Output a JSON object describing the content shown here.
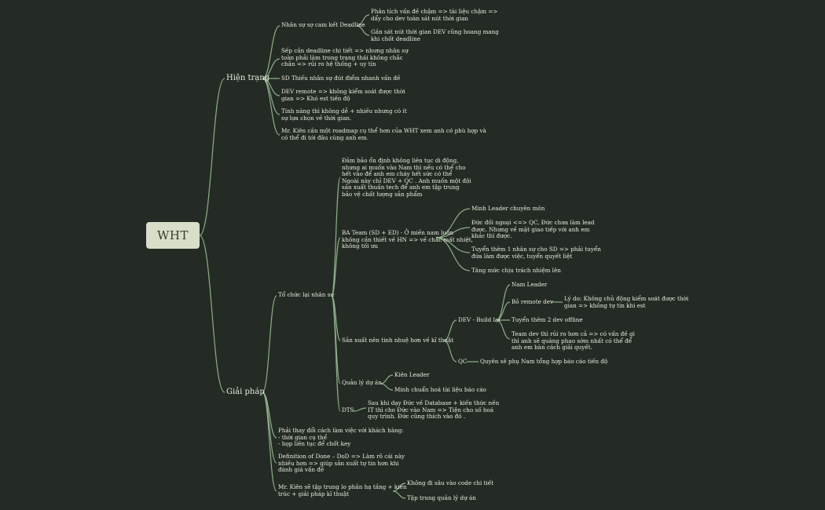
{
  "root": "WHT",
  "hien_trang": {
    "label": "Hiện trạng",
    "cam_ket": {
      "label": "Nhân sự sợ cam kết Deadline",
      "children": [
        "Phân tích vấn đề chậm => tài liệu chậm =>\ndẩy cho dev toàn sát nút thời gian",
        "Gần sát nút thời gian DEV cũng hoang mang\nkhi chốt deadline"
      ]
    },
    "items": [
      "Sếp cần deadline chi tiết => nhưng nhân sự\ntoàn phải làm trong trạng thái không chắc\nchắn => rủi ro hệ thống + uy tín",
      "SD Thiếu nhân sự đút điểm nhanh vấn đề",
      "DEV remote => không kiểm soát được thời\ngian => Khó est tiến độ",
      "Tính năng thì không dễ + nhiều nhưng có ít\nsự lựa chọn về thời gian.",
      "Mr. Kiên cần một roadmap cụ thể hơn của WHT xem anh có phù hợp và\ncó thể đi tới đâu cùng anh em."
    ]
  },
  "giai_phap": {
    "label": "Giải pháp",
    "to_chuc": {
      "label": "Tổ chức lại nhân sự",
      "dam_bao": "Đảm bảo ổn định không liên tục di động,\nnhưng ai muốn vào Nam thì nếu có thể cho\nhết vào để anh em cháy hết sức có thể\nNgoài này chỉ DEV + QC . Anh muốn một đội\nsản xuất thuần tech để anh em tập trung\nbảo vệ chất lượng sản phẩm",
      "ba_team": {
        "label": "BA Team (SD + ED) - Ở miền nam luôn\nkhông cần thiết về HN => về chắc mất nhiệt,\nkhông tối ưu",
        "children": [
          "Minh Leader chuyên môn",
          "Đức đối ngoại <=> QC, Đức chưa làm lead\nđược.  Nhưng về mặt giao tiếp với anh em\nkhác thì được.",
          "Tuyển thêm 1 nhân sự cho SD => phải tuyển\nđứa làm được việc, tuyển quyết liệt",
          "Tăng mức chịu trách nhiệm lên"
        ]
      },
      "san_xuat": {
        "label": "Sản xuất nên tinh nhuệ hơn về kĩ thuật",
        "dev": {
          "label": "DEV - Build lại",
          "nam_leader": "Nam Leader",
          "bo_remote": "Bỏ remote dev",
          "ly_do": "Lý do: Không chủ động kiểm soát được thời\ngian => không tự tin khi est",
          "tuyen_dev": "Tuyển thêm 2 dev offline",
          "team_dev": "Team dev thì rủi ro hơn cả => có vấn đề gì\nthì anh sẽ quăng phao sớm nhất có thể để\nanh em bàn cách giải quyết."
        },
        "qc": {
          "label": "QC",
          "child": "Quyên sẽ phụ Nam tổng hợp báo cáo tiến độ"
        }
      },
      "quan_ly": {
        "label": "Quản lý dự án",
        "children": [
          "Kiên Leader",
          "Minh chuẩn hoá tài liệu báo cáo"
        ]
      },
      "dts": {
        "label": "DTS",
        "child": "Sau khi dạy Đức về Database + kiến thức nền\nIT thì cho Đức vào Nam  => Tiện cho số hoá\nquy trình. Đức cũng thích vào đó ."
      }
    },
    "thay_doi": "Phải thay đổi cách làm việc với khách hàng:\n- thời gian cụ thể\n- họp liên tục để chốt key",
    "dod": "Definition of Done – DoD  => Làm rõ cái này\nnhiều hơn => giúp sản xuất tự tin hơn khi\nđánh giá vấn đề",
    "kien": {
      "label": "Mr. Kiên sẽ tập trung lo phần hạ tầng + kiến\ntrúc + giải pháp kĩ thuật",
      "children": [
        "Không đi sâu vào code chi tiết",
        "Tập trung quản lý dự án"
      ]
    }
  }
}
